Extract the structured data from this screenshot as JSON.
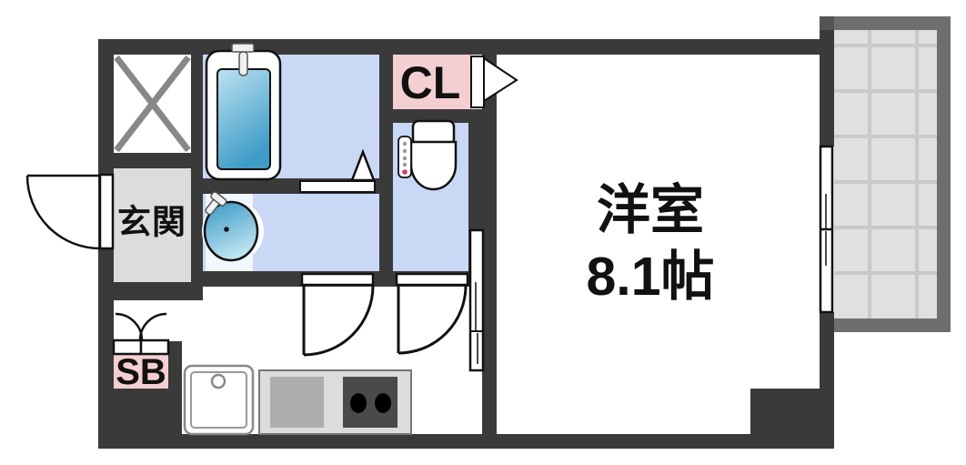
{
  "floorplan": {
    "type": "japanese-apartment-1K",
    "labels": {
      "entrance": "玄関",
      "closet": "CL",
      "shoebox": "SB",
      "main_room_name": "洋室",
      "main_room_size": "8.1帖"
    },
    "rooms": [
      {
        "name": "entrance",
        "label": "玄関"
      },
      {
        "name": "pipe-space",
        "label": ""
      },
      {
        "name": "bathroom",
        "label": ""
      },
      {
        "name": "washroom",
        "label": ""
      },
      {
        "name": "toilet",
        "label": ""
      },
      {
        "name": "closet",
        "label": "CL"
      },
      {
        "name": "shoebox",
        "label": "SB"
      },
      {
        "name": "kitchen-hallway",
        "label": ""
      },
      {
        "name": "western-room",
        "label": "洋室 8.1帖"
      },
      {
        "name": "balcony",
        "label": ""
      }
    ],
    "icons": [
      "bathtub-icon",
      "washbasin-icon",
      "toilet-icon",
      "kitchen-sink-icon",
      "gas-stove-icon",
      "entrance-door-swing",
      "bathroom-door-triangle",
      "washroom-door-swing",
      "toilet-door-swing",
      "shoebox-double-doors",
      "closet-door-flag",
      "sliding-door",
      "balcony-window",
      "pipe-space-x"
    ],
    "colors": {
      "wall": "#3a3a3a",
      "wet_area_floor": "#c9d8f4",
      "closet_fill": "#f3cfd2",
      "entrance_floor": "#dcdcdc",
      "balcony_floor": "#e0e0e0",
      "balcony_grid": "#c9c9c9",
      "balcony_border": "#6e6e6e",
      "water_light": "#bce3f2",
      "water_dark": "#3f9cc7",
      "stove_dark": "#4a4a48",
      "stove_light": "#adadad",
      "remote_dot_red": "#e0336a"
    }
  }
}
